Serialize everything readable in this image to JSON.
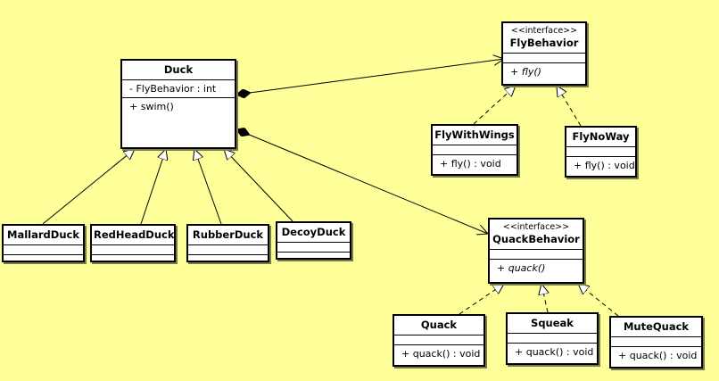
{
  "colors": {
    "background": "#ffff99",
    "box": "#ffffff",
    "line": "#000000"
  },
  "classes": {
    "duck": {
      "name": "Duck",
      "attributes": [
        "- FlyBehavior : int"
      ],
      "operations": [
        "+ swim()"
      ]
    },
    "mallard": {
      "name": "MallardDuck"
    },
    "redhead": {
      "name": "RedHeadDuck"
    },
    "rubber": {
      "name": "RubberDuck"
    },
    "decoy": {
      "name": "DecoyDuck"
    },
    "flybehavior": {
      "stereotype": "<<interface>>",
      "name": "FlyBehavior",
      "operations": [
        "+ fly()"
      ]
    },
    "flywithwings": {
      "name": "FlyWithWings",
      "operations": [
        "+ fly() : void"
      ]
    },
    "flynoway": {
      "name": "FlyNoWay",
      "operations": [
        "+ fly() : void"
      ]
    },
    "quackbehavior": {
      "stereotype": "<<interface>>",
      "name": "QuackBehavior",
      "operations": [
        "+ quack()"
      ]
    },
    "quack": {
      "name": "Quack",
      "operations": [
        "+ quack() : void"
      ]
    },
    "squeak": {
      "name": "Squeak",
      "operations": [
        "+ quack() : void"
      ]
    },
    "mutequack": {
      "name": "MuteQuack",
      "operations": [
        "+ quack() : void"
      ]
    }
  }
}
